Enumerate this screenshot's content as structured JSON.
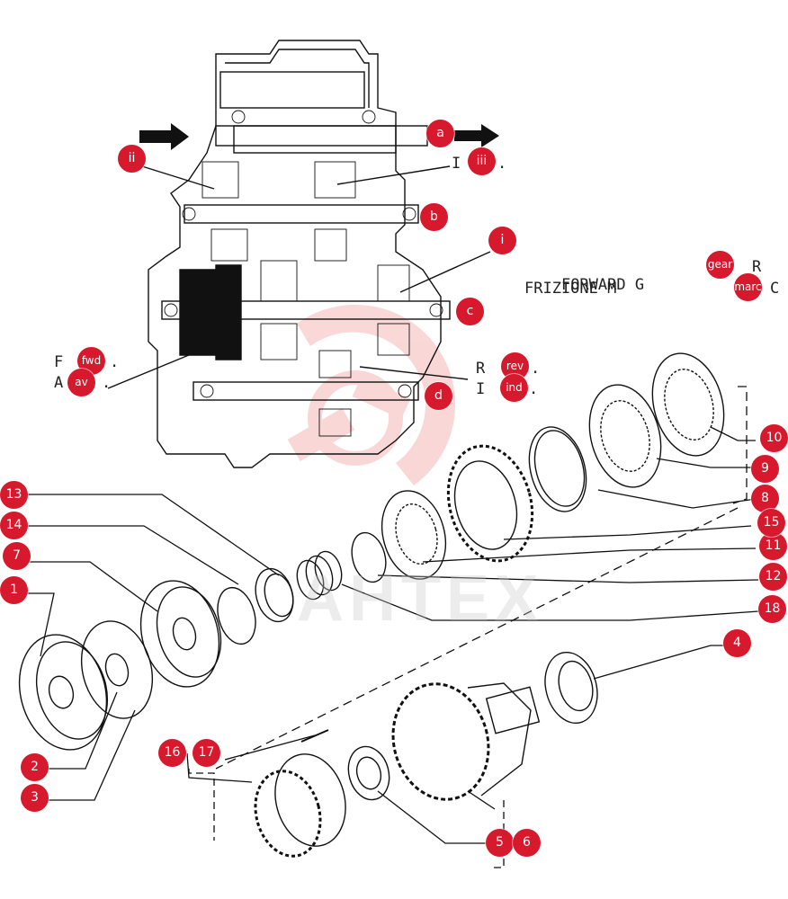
{
  "diagram": {
    "watermark": "AHTEX",
    "colors": {
      "marker": "#d7192d",
      "line": "#111111",
      "logo": "#f4b7b7"
    },
    "captions": {
      "forward_gear_line1": "FORWARD G",
      "forward_gear_line1_tail": "R",
      "forward_gear_line2": "FRIZIONE M",
      "forward_gear_line2_tail": "C",
      "fwd_prefix": "F",
      "fwd_suffix": ".",
      "av_prefix": "A",
      "av_suffix": ".",
      "rev_prefix": "R",
      "rev_suffix": ".",
      "ind_prefix": "I",
      "ind_suffix": ".",
      "iii_prefix": "I",
      "iii_suffix": "."
    },
    "part_markers": [
      "1",
      "2",
      "3",
      "4",
      "5",
      "6",
      "7",
      "8",
      "9",
      "10",
      "11",
      "12",
      "13",
      "14",
      "15",
      "16",
      "17",
      "18"
    ],
    "ref_markers": {
      "a": "a",
      "b": "b",
      "c": "c",
      "d": "d",
      "i": "i",
      "ii": "ii",
      "iii": "iii",
      "fwd": "fwd",
      "av": "av",
      "rev": "rev",
      "ind": "ind",
      "gear": "gear",
      "marc": "marc"
    }
  }
}
